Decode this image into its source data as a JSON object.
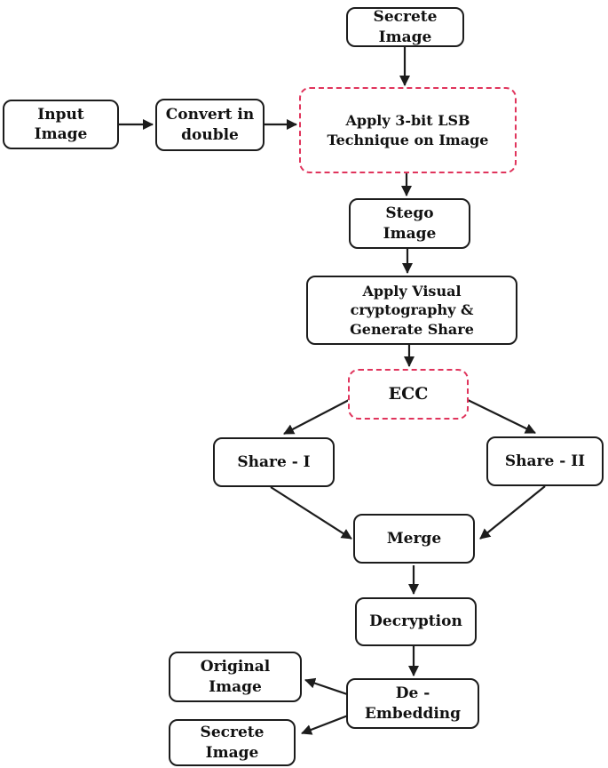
{
  "diagram": {
    "type": "flowchart",
    "colors": {
      "box_border": "#1c1c1c",
      "dashed_box_border": "#e0345c",
      "arrow": "#1c1c1c",
      "text": "#111111",
      "background": "#ffffff"
    },
    "nodes": [
      {
        "id": "secrete-image-top",
        "label": "Secrete Image",
        "border": "solid"
      },
      {
        "id": "input-image",
        "label": "Input Image",
        "border": "solid"
      },
      {
        "id": "convert-in-double",
        "label": "Convert in double",
        "border": "solid"
      },
      {
        "id": "apply-3bit-lsb",
        "label": "Apply 3-bit LSB Technique on Image",
        "border": "dashed"
      },
      {
        "id": "stego-image",
        "label": "Stego Image",
        "border": "solid"
      },
      {
        "id": "apply-visual-cryptography",
        "label": "Apply Visual cryptography & Generate Share",
        "border": "solid"
      },
      {
        "id": "ecc",
        "label": "ECC",
        "border": "dashed"
      },
      {
        "id": "share-1",
        "label": "Share - I",
        "border": "solid"
      },
      {
        "id": "share-2",
        "label": "Share - II",
        "border": "solid"
      },
      {
        "id": "merge",
        "label": "Merge",
        "border": "solid"
      },
      {
        "id": "decryption",
        "label": "Decryption",
        "border": "solid"
      },
      {
        "id": "de-embedding",
        "label": "De - Embedding",
        "border": "solid"
      },
      {
        "id": "original-image",
        "label": "Original Image",
        "border": "solid"
      },
      {
        "id": "secrete-image-bottom",
        "label": "Secrete Image",
        "border": "solid"
      }
    ],
    "edges": [
      {
        "from": "secrete-image-top",
        "to": "apply-3bit-lsb"
      },
      {
        "from": "input-image",
        "to": "convert-in-double"
      },
      {
        "from": "convert-in-double",
        "to": "apply-3bit-lsb"
      },
      {
        "from": "apply-3bit-lsb",
        "to": "stego-image"
      },
      {
        "from": "stego-image",
        "to": "apply-visual-cryptography"
      },
      {
        "from": "apply-visual-cryptography",
        "to": "ecc"
      },
      {
        "from": "ecc",
        "to": "share-1"
      },
      {
        "from": "ecc",
        "to": "share-2"
      },
      {
        "from": "share-1",
        "to": "merge"
      },
      {
        "from": "share-2",
        "to": "merge"
      },
      {
        "from": "merge",
        "to": "decryption"
      },
      {
        "from": "decryption",
        "to": "de-embedding"
      },
      {
        "from": "de-embedding",
        "to": "original-image"
      },
      {
        "from": "de-embedding",
        "to": "secrete-image-bottom"
      }
    ]
  }
}
